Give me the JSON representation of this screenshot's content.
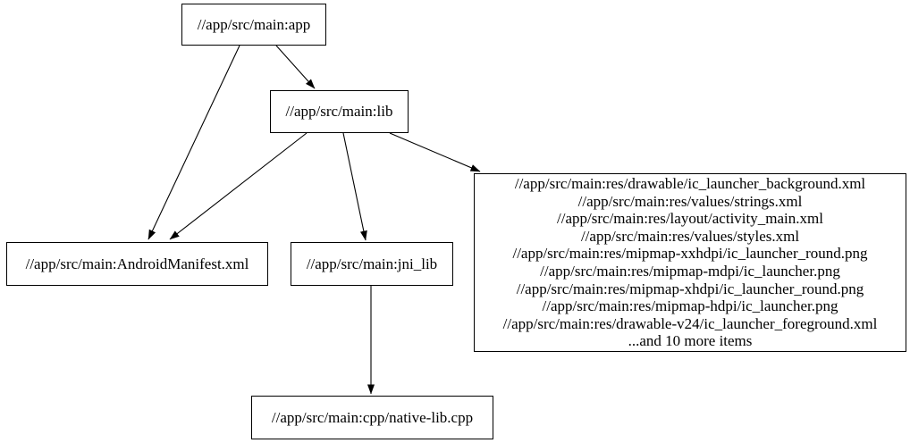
{
  "graph": {
    "background_color": "#ffffff",
    "line_color": "#000000",
    "text_color": "#000000",
    "nodes": {
      "app": {
        "label": "//app/src/main:app"
      },
      "lib": {
        "label": "//app/src/main:lib"
      },
      "android_manifest": {
        "label": "//app/src/main:AndroidManifest.xml"
      },
      "jni_lib": {
        "label": "//app/src/main:jni_lib"
      },
      "native_lib_cpp": {
        "label": "//app/src/main:cpp/native-lib.cpp"
      },
      "resources": {
        "lines": [
          "//app/src/main:res/drawable/ic_launcher_background.xml",
          "//app/src/main:res/values/strings.xml",
          "//app/src/main:res/layout/activity_main.xml",
          "//app/src/main:res/values/styles.xml",
          "//app/src/main:res/mipmap-xxhdpi/ic_launcher_round.png",
          "//app/src/main:res/mipmap-mdpi/ic_launcher.png",
          "//app/src/main:res/mipmap-xhdpi/ic_launcher_round.png",
          "//app/src/main:res/mipmap-hdpi/ic_launcher.png",
          "//app/src/main:res/drawable-v24/ic_launcher_foreground.xml",
          "...and 10 more items"
        ]
      }
    },
    "edges": [
      {
        "from": "app",
        "to": "android_manifest"
      },
      {
        "from": "app",
        "to": "lib"
      },
      {
        "from": "lib",
        "to": "android_manifest"
      },
      {
        "from": "lib",
        "to": "jni_lib"
      },
      {
        "from": "lib",
        "to": "resources"
      },
      {
        "from": "jni_lib",
        "to": "native_lib_cpp"
      }
    ]
  }
}
